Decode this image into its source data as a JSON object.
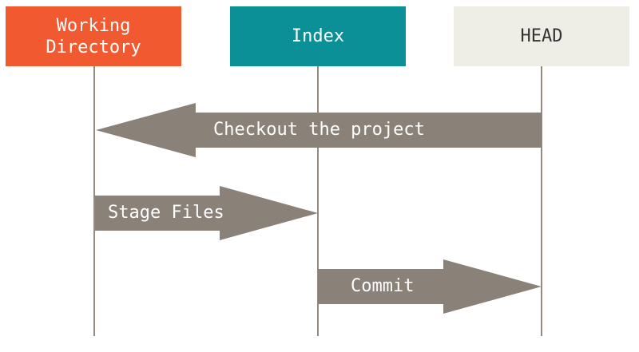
{
  "participants": {
    "working_directory": "Working\nDirectory",
    "index": "Index",
    "head": "HEAD"
  },
  "messages": {
    "checkout": "Checkout the project",
    "stage": "Stage Files",
    "commit": "Commit"
  },
  "colors": {
    "working_directory": "#f15a30",
    "index": "#0c9098",
    "head": "#efeee6",
    "arrow": "#8a8178",
    "lifeline": "#968b80"
  }
}
